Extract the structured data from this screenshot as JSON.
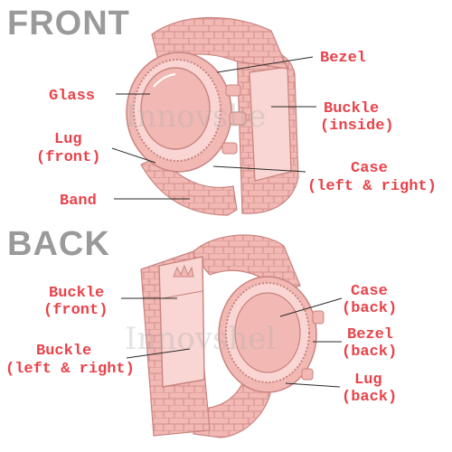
{
  "colors": {
    "heading": "#9a9a9a",
    "label": "#e8434a",
    "line": "#2a2a2a",
    "watch_fill": "#f2b8b4",
    "watch_stroke": "#c9837f",
    "watch_light": "#f9d6d3",
    "watermark": "#b0b0b0"
  },
  "headings": {
    "front": "FRONT",
    "back": "BACK"
  },
  "watermark": {
    "front": "Innovshe",
    "back": "Innovshel"
  },
  "front_labels": {
    "bezel": "Bezel",
    "glass": "Glass",
    "buckle_inside_1": "Buckle",
    "buckle_inside_2": "(inside)",
    "lug_front_1": "Lug",
    "lug_front_2": "(front)",
    "case_1": "Case",
    "case_2": "(left & right)",
    "band": "Band"
  },
  "back_labels": {
    "buckle_front_1": "Buckle",
    "buckle_front_2": "(front)",
    "case_back_1": "Case",
    "case_back_2": "(back)",
    "bezel_back_1": "Bezel",
    "bezel_back_2": "(back)",
    "buckle_lr_1": "Buckle",
    "buckle_lr_2": "(left & right)",
    "lug_back_1": "Lug",
    "lug_back_2": "(back)"
  },
  "icons": {
    "front_watch": "watch-front-illustration",
    "back_watch": "watch-back-illustration",
    "crown_logo": "crown-icon"
  }
}
